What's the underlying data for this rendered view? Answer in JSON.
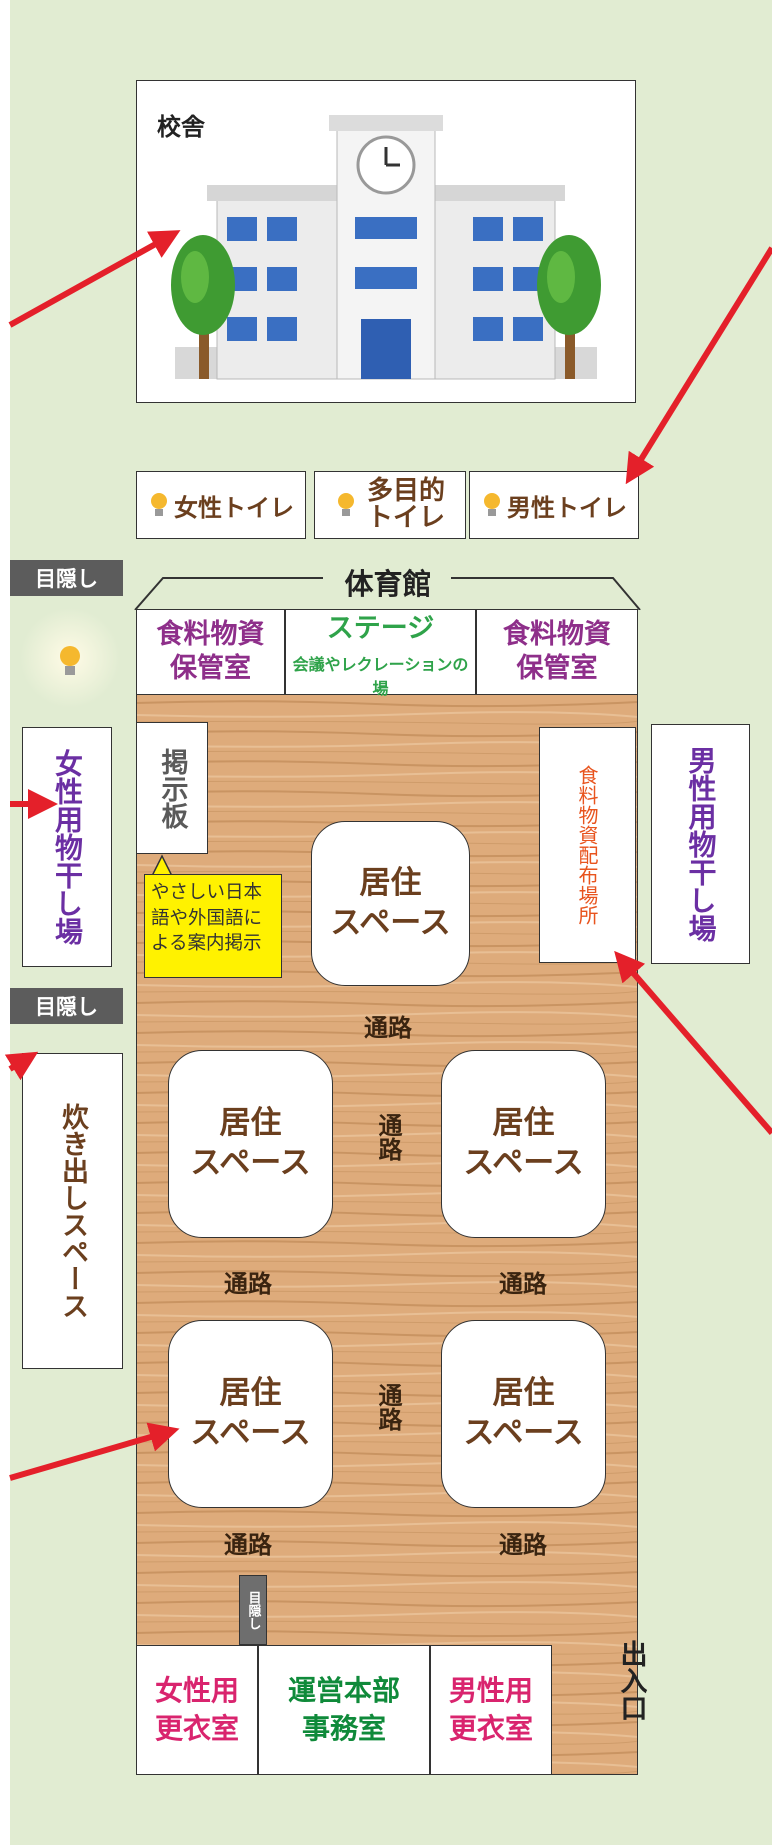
{
  "school": {
    "label": "校舎"
  },
  "toilets": [
    {
      "label": "女性トイレ"
    },
    {
      "label_line1": "多目的",
      "label_line2": "トイレ"
    },
    {
      "label": "男性トイレ"
    }
  ],
  "screens": [
    {
      "label": "目隠し"
    },
    {
      "label": "目隠し"
    },
    {
      "label": "目隠し"
    }
  ],
  "gym": {
    "title": "体育館",
    "left_storage": {
      "line1": "食料物資",
      "line2": "保管室"
    },
    "stage": {
      "title": "ステージ",
      "sub": "会議やレクレーションの場"
    },
    "right_storage": {
      "line1": "食料物資",
      "line2": "保管室"
    },
    "bulletin": "掲示板",
    "bulletin_note": "やさしい日本語や外国語による案内掲示",
    "distribution": "食料物資配布場所",
    "living_line1": "居住",
    "living_line2": "スペース",
    "passage": "通路",
    "exit": "出入口"
  },
  "women_laundry": "女性用物干し場",
  "men_laundry": "男性用物干し場",
  "cooking": "炊き出しスペース",
  "bottom": {
    "women_changing": {
      "line1": "女性用",
      "line2": "更衣室"
    },
    "hq": {
      "line1": "運営本部",
      "line2": "事務室"
    },
    "men_changing": {
      "line1": "男性用",
      "line2": "更衣室"
    }
  },
  "colors": {
    "background": "#e1ecd2",
    "floor": "#deab7b",
    "arrow": "#e4202a",
    "purple": "#6b2fa3",
    "pink": "#d9246e",
    "green": "#0f8a3a",
    "orange": "#e8541e",
    "note_yellow": "#fff200"
  }
}
